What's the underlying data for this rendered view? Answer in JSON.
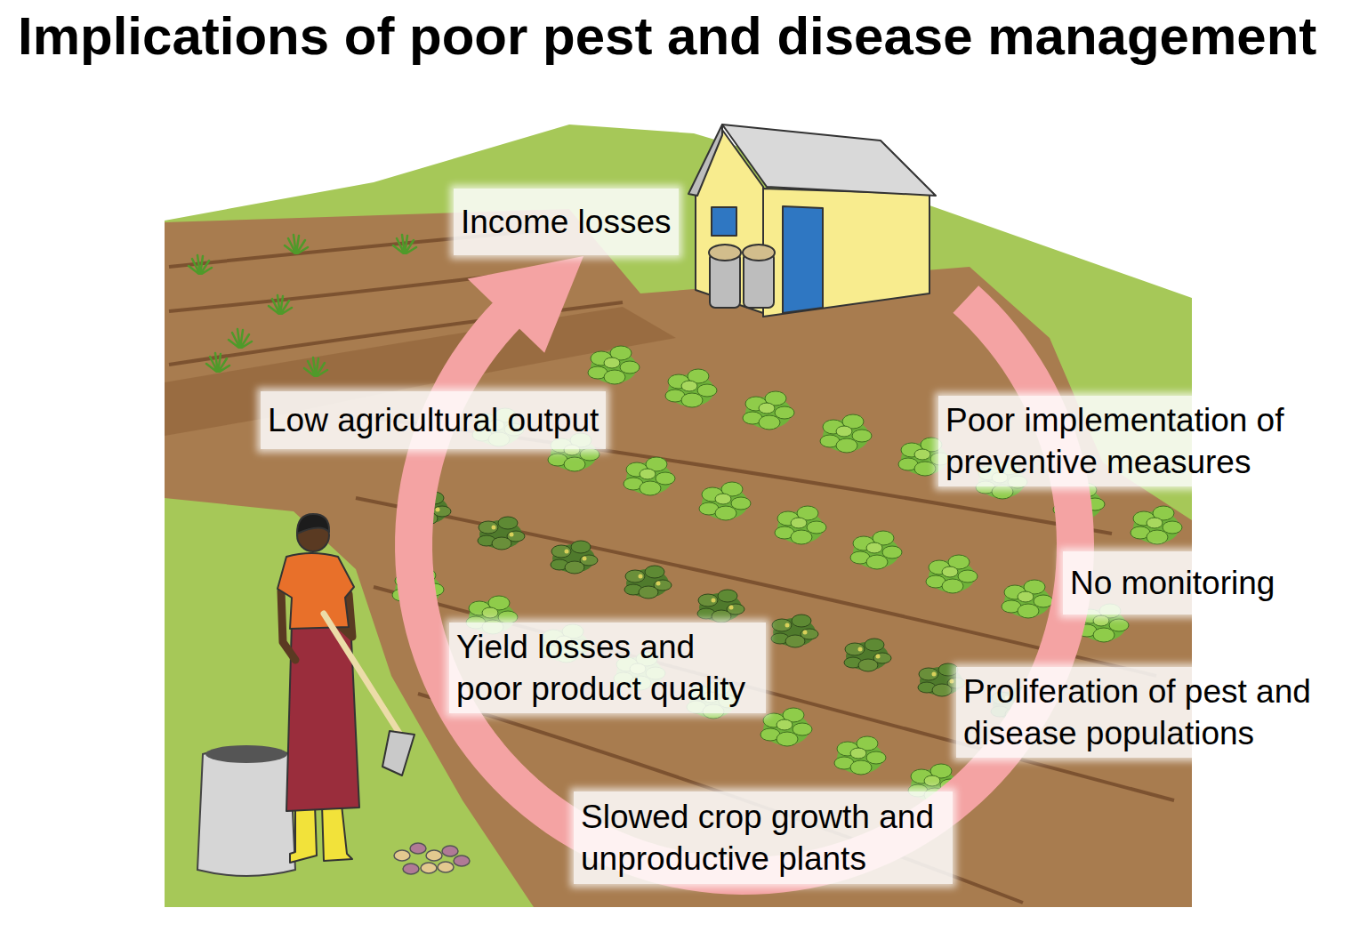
{
  "diagram": {
    "title": "Implications of poor pest and disease management",
    "nodes": [
      {
        "text": [
          "Income losses"
        ]
      },
      {
        "text": [
          "Low agricultural output"
        ]
      },
      {
        "text": [
          "Poor implementation of preventive measures"
        ]
      },
      {
        "text": [
          "No monitoring"
        ]
      },
      {
        "text": [
          "Yield losses and poor product quality"
        ]
      },
      {
        "text": [
          "Proliferation of pest and disease populations"
        ]
      },
      {
        "text": [
          "Slowed crop growth and unproductive plants"
        ]
      }
    ],
    "edges": [
      {
        "from": 2,
        "to": 0,
        "arrow": "to"
      }
    ]
  }
}
